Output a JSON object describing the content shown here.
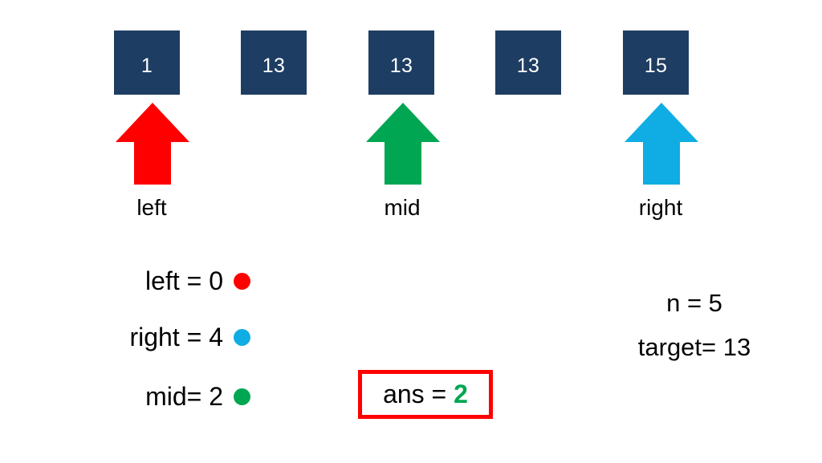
{
  "diagram": {
    "type": "binary-search-visualization",
    "background_color": "#ffffff",
    "array": {
      "cells": [
        {
          "value": "1",
          "index": "0"
        },
        {
          "value": "13",
          "index": "1"
        },
        {
          "value": "13",
          "index": "2"
        },
        {
          "value": "13",
          "index": "3"
        },
        {
          "value": "15",
          "index": "4"
        }
      ],
      "cell_fill_color": "#1E3D62",
      "cell_text_color": "#ffffff"
    },
    "pointers": [
      {
        "name": "left",
        "label": "left",
        "color": "#FF0000",
        "index": "0",
        "icon": "arrow-up-icon"
      },
      {
        "name": "mid",
        "label": "mid",
        "color": "#00A651",
        "index": "2",
        "icon": "arrow-up-icon"
      },
      {
        "name": "right",
        "label": "right",
        "color": "#0FADE3",
        "index": "4",
        "icon": "arrow-up-icon"
      }
    ],
    "legend": [
      {
        "text": "left = 0",
        "dot_color": "#FF0000"
      },
      {
        "text": "right = 4",
        "dot_color": "#0FADE3"
      },
      {
        "text": "mid= 2",
        "dot_color": "#00A651"
      }
    ],
    "info": [
      {
        "text": "n = 5"
      },
      {
        "text": "target= 13"
      }
    ],
    "answer": {
      "label": "ans = ",
      "value": "2",
      "value_color": "#00A651",
      "border_color": "#FF0000"
    }
  }
}
